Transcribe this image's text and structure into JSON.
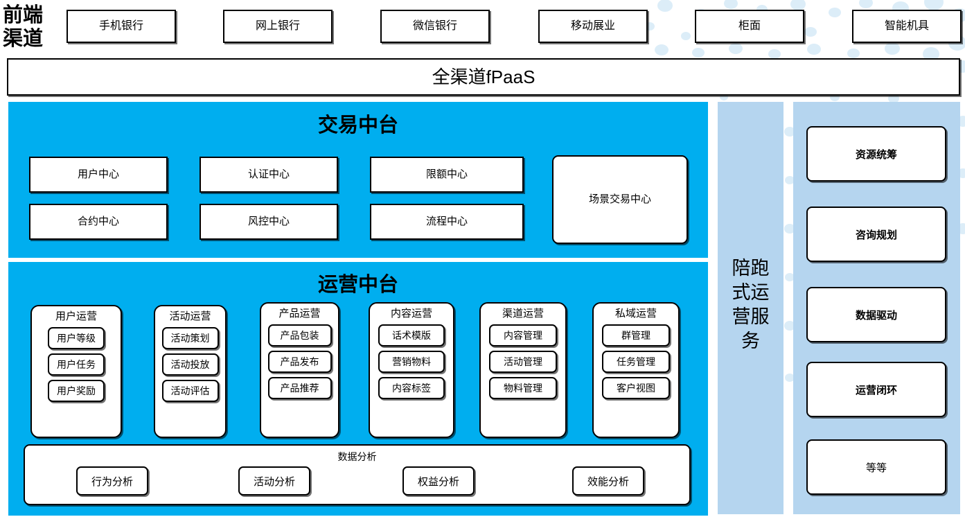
{
  "channels": {
    "label": "前端\n渠道",
    "label_line1": "前端",
    "label_line2": "渠道",
    "items": [
      {
        "label": "手机银行"
      },
      {
        "label": "网上银行"
      },
      {
        "label": "微信银行"
      },
      {
        "label": "移动展业"
      },
      {
        "label": "柜面"
      },
      {
        "label": "智能机具"
      }
    ]
  },
  "fpaas": {
    "label": "全渠道fPaaS"
  },
  "trade_center": {
    "title": "交易中台",
    "items": [
      {
        "label": "用户中心"
      },
      {
        "label": "认证中心"
      },
      {
        "label": "限额中心"
      },
      {
        "label": "合约中心"
      },
      {
        "label": "风控中心"
      },
      {
        "label": "流程中心"
      }
    ],
    "scene_box": {
      "label": "场景交易中心"
    }
  },
  "ops_center": {
    "title": "运营中台",
    "columns": [
      {
        "title": "用户运营",
        "items": [
          "用户等级",
          "用户任务",
          "用户奖励"
        ]
      },
      {
        "title": "活动运营",
        "items": [
          "活动策划",
          "活动投放",
          "活动评估"
        ]
      },
      {
        "title": "产品运营",
        "items": [
          "产品包装",
          "产品发布",
          "产品推荐"
        ]
      },
      {
        "title": "内容运营",
        "items": [
          "话术模版",
          "营销物料",
          "内容标签"
        ]
      },
      {
        "title": "渠道运营",
        "items": [
          "内容管理",
          "活动管理",
          "物料管理"
        ]
      },
      {
        "title": "私域运营",
        "items": [
          "群管理",
          "任务管理",
          "客户视图"
        ]
      }
    ],
    "data_analysis": {
      "title": "数据分析",
      "items": [
        "行为分析",
        "活动分析",
        "权益分析",
        "效能分析"
      ]
    }
  },
  "service_strip": {
    "label": "陪跑式运营服务",
    "lines": [
      "陪跑",
      "式运",
      "营服",
      "务"
    ]
  },
  "pillars": {
    "items": [
      {
        "label": "资源统筹",
        "bold": true
      },
      {
        "label": "咨询规划",
        "bold": true
      },
      {
        "label": "数据驱动",
        "bold": true
      },
      {
        "label": "运营闭环",
        "bold": true
      },
      {
        "label": "等等",
        "bold": false
      }
    ]
  },
  "colors": {
    "primary_blue": "#00AEEF",
    "light_blue": "#B5D5EF",
    "dot_blue": "#DCEDF8",
    "border": "#000000",
    "surface": "#FFFFFF"
  }
}
